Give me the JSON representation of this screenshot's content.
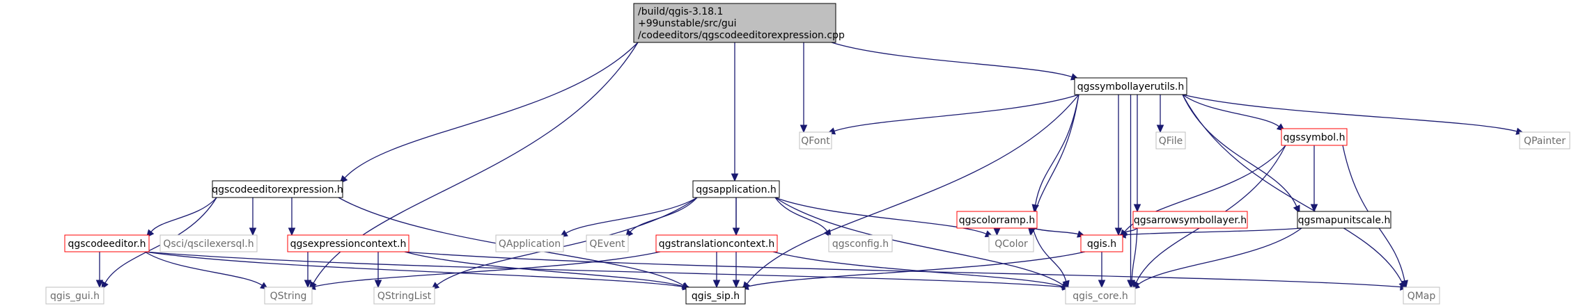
{
  "graph": {
    "nodes": [
      {
        "id": "root",
        "lines": [
          "/build/qgis-3.18.1",
          "+99unstable/src/gui",
          "/codeeditors/qgscodeeditorexpression.cpp"
        ],
        "style": "root"
      },
      {
        "id": "qgssymbollayerutils",
        "lines": [
          "qgssymbollayerutils.h"
        ],
        "style": "black"
      },
      {
        "id": "qfont",
        "lines": [
          "QFont"
        ],
        "style": "gray"
      },
      {
        "id": "qfile",
        "lines": [
          "QFile"
        ],
        "style": "gray"
      },
      {
        "id": "qpainter",
        "lines": [
          "QPainter"
        ],
        "style": "gray"
      },
      {
        "id": "qgscodeeditorexpression",
        "lines": [
          "qgscodeeditorexpression.h"
        ],
        "style": "black"
      },
      {
        "id": "qgsapplication",
        "lines": [
          "qgsapplication.h"
        ],
        "style": "black"
      },
      {
        "id": "qgssymbol",
        "lines": [
          "qgssymbol.h"
        ],
        "style": "red"
      },
      {
        "id": "qgscolorramp",
        "lines": [
          "qgscolorramp.h"
        ],
        "style": "red"
      },
      {
        "id": "qgsarrowsymbollayer",
        "lines": [
          "qgsarrowsymbollayer.h"
        ],
        "style": "red"
      },
      {
        "id": "qgsmapunitscale",
        "lines": [
          "qgsmapunitscale.h"
        ],
        "style": "black"
      },
      {
        "id": "qgscodeeditor",
        "lines": [
          "qgscodeeditor.h"
        ],
        "style": "red"
      },
      {
        "id": "qscilexersql",
        "lines": [
          "Qsci/qscilexersql.h"
        ],
        "style": "gray"
      },
      {
        "id": "qgsexpressioncontext",
        "lines": [
          "qgsexpressioncontext.h"
        ],
        "style": "red"
      },
      {
        "id": "qapplication",
        "lines": [
          "QApplication"
        ],
        "style": "gray"
      },
      {
        "id": "qevent",
        "lines": [
          "QEvent"
        ],
        "style": "gray"
      },
      {
        "id": "qgstranslationcontext",
        "lines": [
          "qgstranslationcontext.h"
        ],
        "style": "red"
      },
      {
        "id": "qgsconfig",
        "lines": [
          "qgsconfig.h"
        ],
        "style": "gray"
      },
      {
        "id": "qcolor",
        "lines": [
          "QColor"
        ],
        "style": "gray"
      },
      {
        "id": "qgis",
        "lines": [
          "qgis.h"
        ],
        "style": "red"
      },
      {
        "id": "qgis_gui",
        "lines": [
          "qgis_gui.h"
        ],
        "style": "gray"
      },
      {
        "id": "qstring",
        "lines": [
          "QString"
        ],
        "style": "gray"
      },
      {
        "id": "qstringlist",
        "lines": [
          "QStringList"
        ],
        "style": "gray"
      },
      {
        "id": "qgis_sip",
        "lines": [
          "qgis_sip.h"
        ],
        "style": "black"
      },
      {
        "id": "qgis_core",
        "lines": [
          "qgis_core.h"
        ],
        "style": "gray"
      },
      {
        "id": "qmap",
        "lines": [
          "QMap"
        ],
        "style": "gray"
      }
    ],
    "edges": [
      [
        "root",
        "qgssymbollayerutils"
      ],
      [
        "root",
        "qfont"
      ],
      [
        "root",
        "qgscodeeditorexpression"
      ],
      [
        "root",
        "qgsapplication"
      ],
      [
        "root",
        "qstring"
      ],
      [
        "qgssymbollayerutils",
        "qfont"
      ],
      [
        "qgssymbollayerutils",
        "qfile"
      ],
      [
        "qgssymbollayerutils",
        "qpainter"
      ],
      [
        "qgssymbollayerutils",
        "qgssymbol"
      ],
      [
        "qgssymbollayerutils",
        "qgscolorramp"
      ],
      [
        "qgssymbollayerutils",
        "qgsarrowsymbollayer"
      ],
      [
        "qgssymbollayerutils",
        "qgsmapunitscale"
      ],
      [
        "qgssymbollayerutils",
        "qcolor"
      ],
      [
        "qgssymbollayerutils",
        "qgis"
      ],
      [
        "qgssymbollayerutils",
        "qgis_sip"
      ],
      [
        "qgssymbollayerutils",
        "qgis_core"
      ],
      [
        "qgssymbollayerutils",
        "qmap"
      ],
      [
        "qgscodeeditorexpression",
        "qgscodeeditor"
      ],
      [
        "qgscodeeditorexpression",
        "qscilexersql"
      ],
      [
        "qgscodeeditorexpression",
        "qgsexpressioncontext"
      ],
      [
        "qgscodeeditorexpression",
        "qgis_gui"
      ],
      [
        "qgscodeeditorexpression",
        "qgis_sip"
      ],
      [
        "qgsapplication",
        "qapplication"
      ],
      [
        "qgsapplication",
        "qevent"
      ],
      [
        "qgsapplication",
        "qgstranslationcontext"
      ],
      [
        "qgsapplication",
        "qgsconfig"
      ],
      [
        "qgsapplication",
        "qcolor"
      ],
      [
        "qgsapplication",
        "qstringlist"
      ],
      [
        "qgsapplication",
        "qgis_sip"
      ],
      [
        "qgsapplication",
        "qgis_core"
      ],
      [
        "qgssymbol",
        "qgsmapunitscale"
      ],
      [
        "qgssymbol",
        "qgis"
      ],
      [
        "qgssymbol",
        "qgis_core"
      ],
      [
        "qgssymbol",
        "qmap"
      ],
      [
        "qgscolorramp",
        "qcolor"
      ],
      [
        "qgscolorramp",
        "qgis"
      ],
      [
        "qgscolorramp",
        "qgis_core"
      ],
      [
        "qgsarrowsymbollayer",
        "qgis"
      ],
      [
        "qgsarrowsymbollayer",
        "qgis_core"
      ],
      [
        "qgsmapunitscale",
        "qgis"
      ],
      [
        "qgsmapunitscale",
        "qgis_core"
      ],
      [
        "qgis",
        "qgis_sip"
      ],
      [
        "qgis",
        "qgis_core"
      ],
      [
        "qgscodeeditor",
        "qgis_gui"
      ],
      [
        "qgscodeeditor",
        "qstring"
      ],
      [
        "qgscodeeditor",
        "qgis_sip"
      ],
      [
        "qgscodeeditor",
        "qgis_core"
      ],
      [
        "qgsexpressioncontext",
        "qstring"
      ],
      [
        "qgsexpressioncontext",
        "qstringlist"
      ],
      [
        "qgsexpressioncontext",
        "qgis_sip"
      ],
      [
        "qgsexpressioncontext",
        "qmap"
      ],
      [
        "qgstranslationcontext",
        "qstring"
      ],
      [
        "qgstranslationcontext",
        "qgis_sip"
      ],
      [
        "qgstranslationcontext",
        "qgis_core"
      ]
    ],
    "colors": {
      "edge": "#191970",
      "root_fill": "#bfbfbf",
      "black_border": "#000000",
      "red_border": "#ff0000",
      "gray_border": "#bfbfbf",
      "gray_text": "#6b6b6b"
    }
  }
}
